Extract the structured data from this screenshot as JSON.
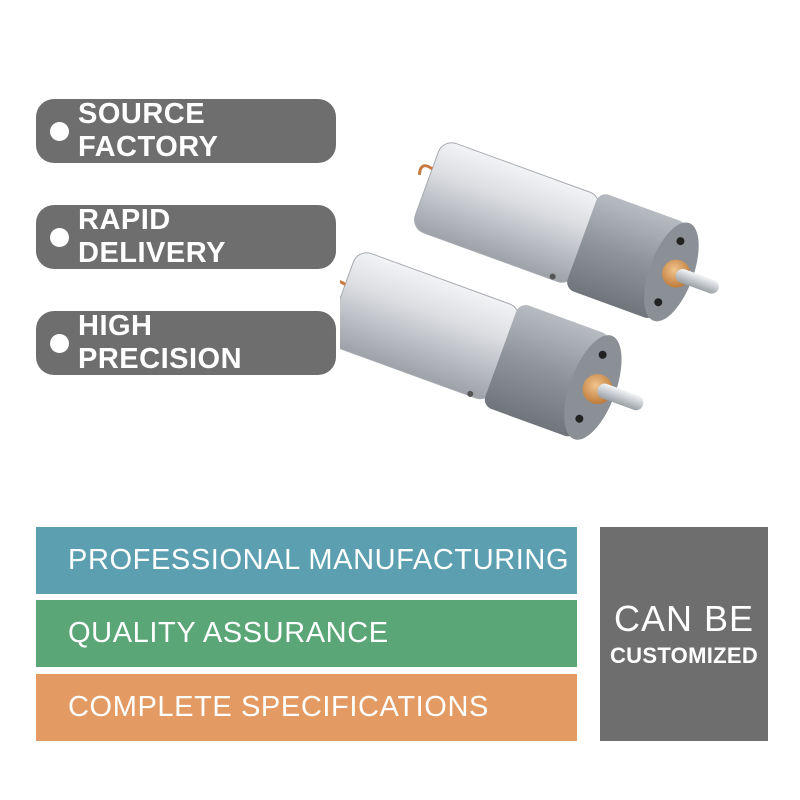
{
  "features": [
    "SOURCE FACTORY",
    "RAPID DELIVERY",
    "HIGH PRECISION"
  ],
  "bands": [
    "PROFESSIONAL MANUFACTURING",
    "QUALITY ASSURANCE",
    "COMPLETE SPECIFICATIONS"
  ],
  "custom": {
    "line1": "CAN BE",
    "line2": "CUSTOMIZED"
  },
  "colors": {
    "pill_gray": "#6e6e6e",
    "band_blue": "#5c9fb0",
    "band_green": "#5aa677",
    "band_orange": "#e39a63"
  },
  "image": {
    "subject": "two-gear-motors-image"
  }
}
